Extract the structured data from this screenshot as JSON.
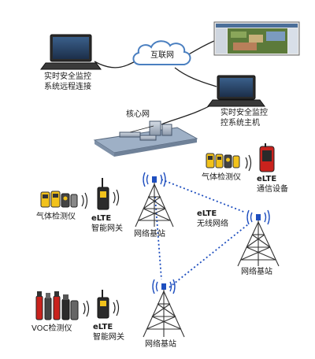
{
  "labels": {
    "remote_line1": "实时安全监控",
    "remote_line2": "系统远程连接",
    "internet": "互联网",
    "core_net": "核心网",
    "host_line1": "实时安全监控",
    "host_line2": "控系统主机",
    "gas_detector_right": "气体检测仪",
    "elte_comm_line1": "eLTE",
    "elte_comm_line2": "通信设备",
    "gas_detector_left": "气体检测仪",
    "elte_gw_left_line1": "eLTE",
    "elte_gw_left_line2": "智能网关",
    "base_station_left": "网络基站",
    "elte_wireless_line1": "eLTE",
    "elte_wireless_line2": "无线网络",
    "base_station_right": "网络基站",
    "voc_detector": "VOC检测仪",
    "elte_gw_bottom_line1": "eLTE",
    "elte_gw_bottom_line2": "智能网关",
    "base_station_bottom": "网络基站"
  },
  "colors": {
    "link_line": "#222222",
    "wireless_link": "#1f4fbf",
    "cloud_stroke": "#4a7fc0",
    "tower": "#333333",
    "antenna_wave": "#1f4fbf"
  }
}
